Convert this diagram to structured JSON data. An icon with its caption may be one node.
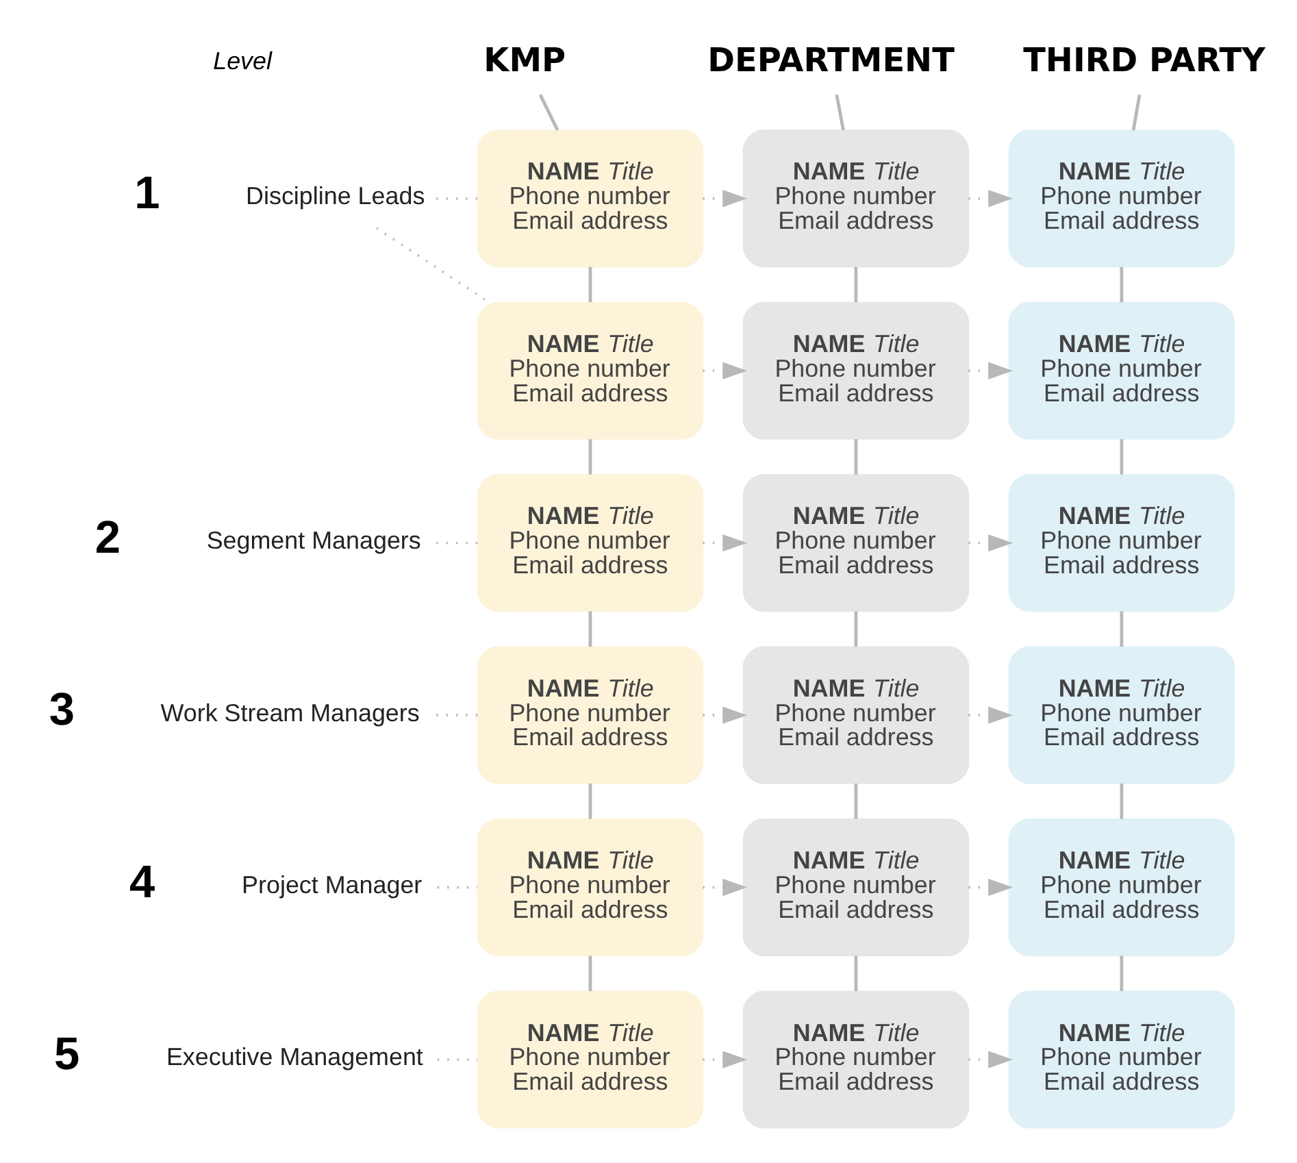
{
  "diagram": {
    "nodes": [
      {
        "text": [
          "KMP"
        ]
      },
      {
        "text": [
          "DEPARTMENT"
        ]
      },
      {
        "text": [
          "THIRD PARTY"
        ]
      },
      {
        "text": [
          "Discipline Leads"
        ]
      },
      {
        "text": [
          "**NAME** *Title*",
          "Phone number",
          "Email address"
        ]
      },
      {
        "text": [
          "**NAME** *Title*",
          "Phone number",
          "Email address"
        ]
      },
      {
        "text": [
          "**NAME** *Title*",
          "Phone number",
          "Email address"
        ]
      },
      {
        "text": [
          "**NAME** *Title*",
          "Phone number",
          "Email address"
        ]
      },
      {
        "text": [
          "**NAME** *Title*",
          "Phone number",
          "Email address"
        ]
      },
      {
        "text": [
          "**NAME** *Title*",
          "Phone number",
          "Email address"
        ]
      },
      {
        "text": [
          "Segment Managers"
        ]
      },
      {
        "text": [
          "**NAME** *Title*",
          "Phone number",
          "Email address"
        ]
      },
      {
        "text": [
          "**NAME** *Title*",
          "Phone number",
          "Email address"
        ]
      },
      {
        "text": [
          "**NAME** *Title*",
          "Phone number",
          "Email address"
        ]
      },
      {
        "text": [
          "Work Stream Managers"
        ]
      },
      {
        "text": [
          "**NAME** *Title*",
          "Phone number",
          "Email address"
        ]
      },
      {
        "text": [
          "**NAME** *Title*",
          "Phone number",
          "Email address"
        ]
      },
      {
        "text": [
          "**NAME** *Title*",
          "Phone number",
          "Email address"
        ]
      },
      {
        "text": [
          "Project Manager"
        ]
      },
      {
        "text": [
          "**NAME** *Title*",
          "Phone number",
          "Email address"
        ]
      },
      {
        "text": [
          "**NAME** *Title*",
          "Phone number",
          "Email address"
        ]
      },
      {
        "text": [
          "**NAME** *Title*",
          "Phone number",
          "Email address"
        ]
      },
      {
        "text": [
          "Executive Management"
        ]
      },
      {
        "text": [
          "**NAME** *Title*",
          "Phone number",
          "Email address"
        ]
      },
      {
        "text": [
          "**NAME** *Title*",
          "Phone number",
          "Email address"
        ]
      },
      {
        "text": [
          "**NAME** *Title*",
          "Phone number",
          "Email address"
        ]
      }
    ],
    "edges": [
      {
        "from": 0,
        "to": 4,
        "arrow": "none"
      },
      {
        "from": 1,
        "to": 5,
        "arrow": "none"
      },
      {
        "from": 2,
        "to": 6,
        "arrow": "none"
      },
      {
        "from": 3,
        "to": 4,
        "arrow": "none",
        "style": "dashed"
      },
      {
        "from": 3,
        "to": 7,
        "arrow": "none",
        "style": "dashed"
      },
      {
        "from": 4,
        "to": 5,
        "arrow": "to",
        "style": "dashed"
      },
      {
        "from": 5,
        "to": 6,
        "arrow": "to",
        "style": "dashed"
      },
      {
        "from": 7,
        "to": 8,
        "arrow": "to",
        "style": "dashed"
      },
      {
        "from": 8,
        "to": 9,
        "arrow": "to",
        "style": "dashed"
      },
      {
        "from": 10,
        "to": 11,
        "arrow": "none",
        "style": "dashed"
      },
      {
        "from": 11,
        "to": 12,
        "arrow": "to",
        "style": "dashed"
      },
      {
        "from": 12,
        "to": 13,
        "arrow": "to",
        "style": "dashed"
      },
      {
        "from": 14,
        "to": 15,
        "arrow": "none",
        "style": "dashed"
      },
      {
        "from": 15,
        "to": 16,
        "arrow": "to",
        "style": "dashed"
      },
      {
        "from": 16,
        "to": 17,
        "arrow": "to",
        "style": "dashed"
      },
      {
        "from": 18,
        "to": 19,
        "arrow": "none",
        "style": "dashed"
      },
      {
        "from": 19,
        "to": 20,
        "arrow": "to",
        "style": "dashed"
      },
      {
        "from": 20,
        "to": 21,
        "arrow": "to",
        "style": "dashed"
      },
      {
        "from": 22,
        "to": 23,
        "arrow": "none",
        "style": "dashed"
      },
      {
        "from": 23,
        "to": 24,
        "arrow": "to",
        "style": "dashed"
      },
      {
        "from": 24,
        "to": 25,
        "arrow": "to",
        "style": "dashed"
      },
      {
        "from": 4,
        "to": 7,
        "arrow": "none"
      },
      {
        "from": 5,
        "to": 8,
        "arrow": "none"
      },
      {
        "from": 6,
        "to": 9,
        "arrow": "none"
      },
      {
        "from": 7,
        "to": 11,
        "arrow": "none"
      },
      {
        "from": 8,
        "to": 12,
        "arrow": "none"
      },
      {
        "from": 9,
        "to": 13,
        "arrow": "none"
      },
      {
        "from": 11,
        "to": 15,
        "arrow": "none"
      },
      {
        "from": 12,
        "to": 16,
        "arrow": "none"
      },
      {
        "from": 13,
        "to": 17,
        "arrow": "none"
      },
      {
        "from": 15,
        "to": 19,
        "arrow": "none"
      },
      {
        "from": 16,
        "to": 20,
        "arrow": "none"
      },
      {
        "from": 17,
        "to": 21,
        "arrow": "none"
      },
      {
        "from": 19,
        "to": 23,
        "arrow": "none"
      },
      {
        "from": 20,
        "to": 24,
        "arrow": "none"
      },
      {
        "from": 21,
        "to": 25,
        "arrow": "none"
      }
    ],
    "labels": [
      "Level",
      "1",
      "2",
      "3",
      "4",
      "5"
    ]
  }
}
